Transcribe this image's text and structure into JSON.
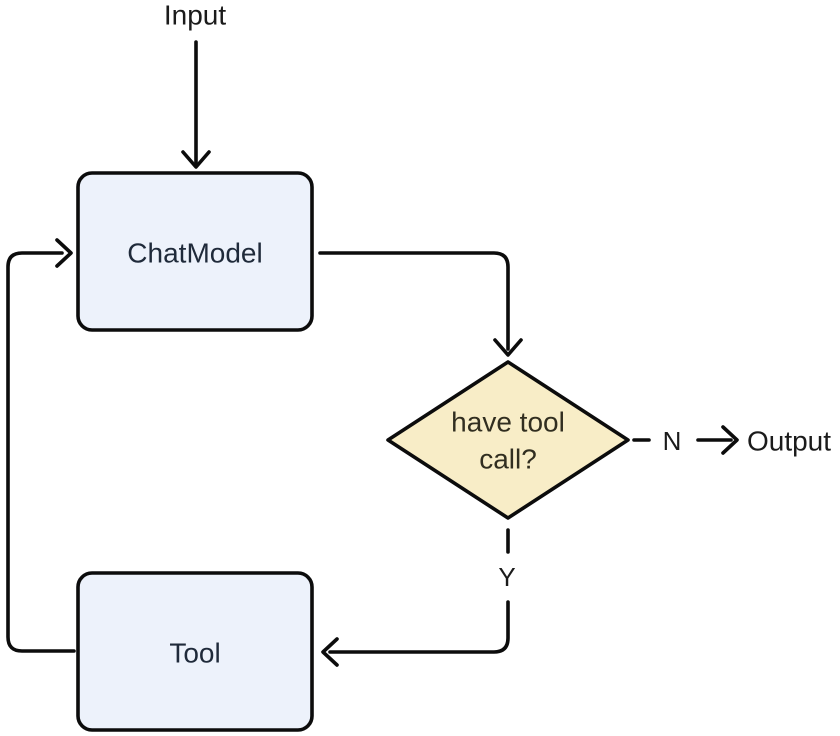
{
  "diagram": {
    "background": "#ffffff",
    "stroke_color": "#0c0c0c",
    "text_color": "#1b1b1b",
    "nodes": {
      "input": {
        "label": "Input"
      },
      "chat_model": {
        "label": "ChatModel",
        "shape": "rounded-rect",
        "fill": "#edf2fb",
        "text_color": "#1f2a3a"
      },
      "decision": {
        "label": "have tool call?",
        "lines": [
          "have tool",
          "call?"
        ],
        "shape": "diamond",
        "fill": "#f8edc7",
        "text_color": "#312e20"
      },
      "tool": {
        "label": "Tool",
        "shape": "rounded-rect",
        "fill": "#edf2fb",
        "text_color": "#1f2a3a"
      },
      "output": {
        "label": "Output"
      }
    },
    "edges": [
      {
        "from": "Input",
        "to": "ChatModel",
        "style": "solid",
        "label": ""
      },
      {
        "from": "ChatModel",
        "to": "have tool call?",
        "style": "solid",
        "label": ""
      },
      {
        "from": "have tool call?",
        "to": "Output",
        "style": "dashed",
        "label": "N"
      },
      {
        "from": "have tool call?",
        "to": "Tool",
        "style": "dashed",
        "label": "Y"
      },
      {
        "from": "Tool",
        "to": "ChatModel",
        "style": "solid",
        "label": ""
      }
    ]
  }
}
